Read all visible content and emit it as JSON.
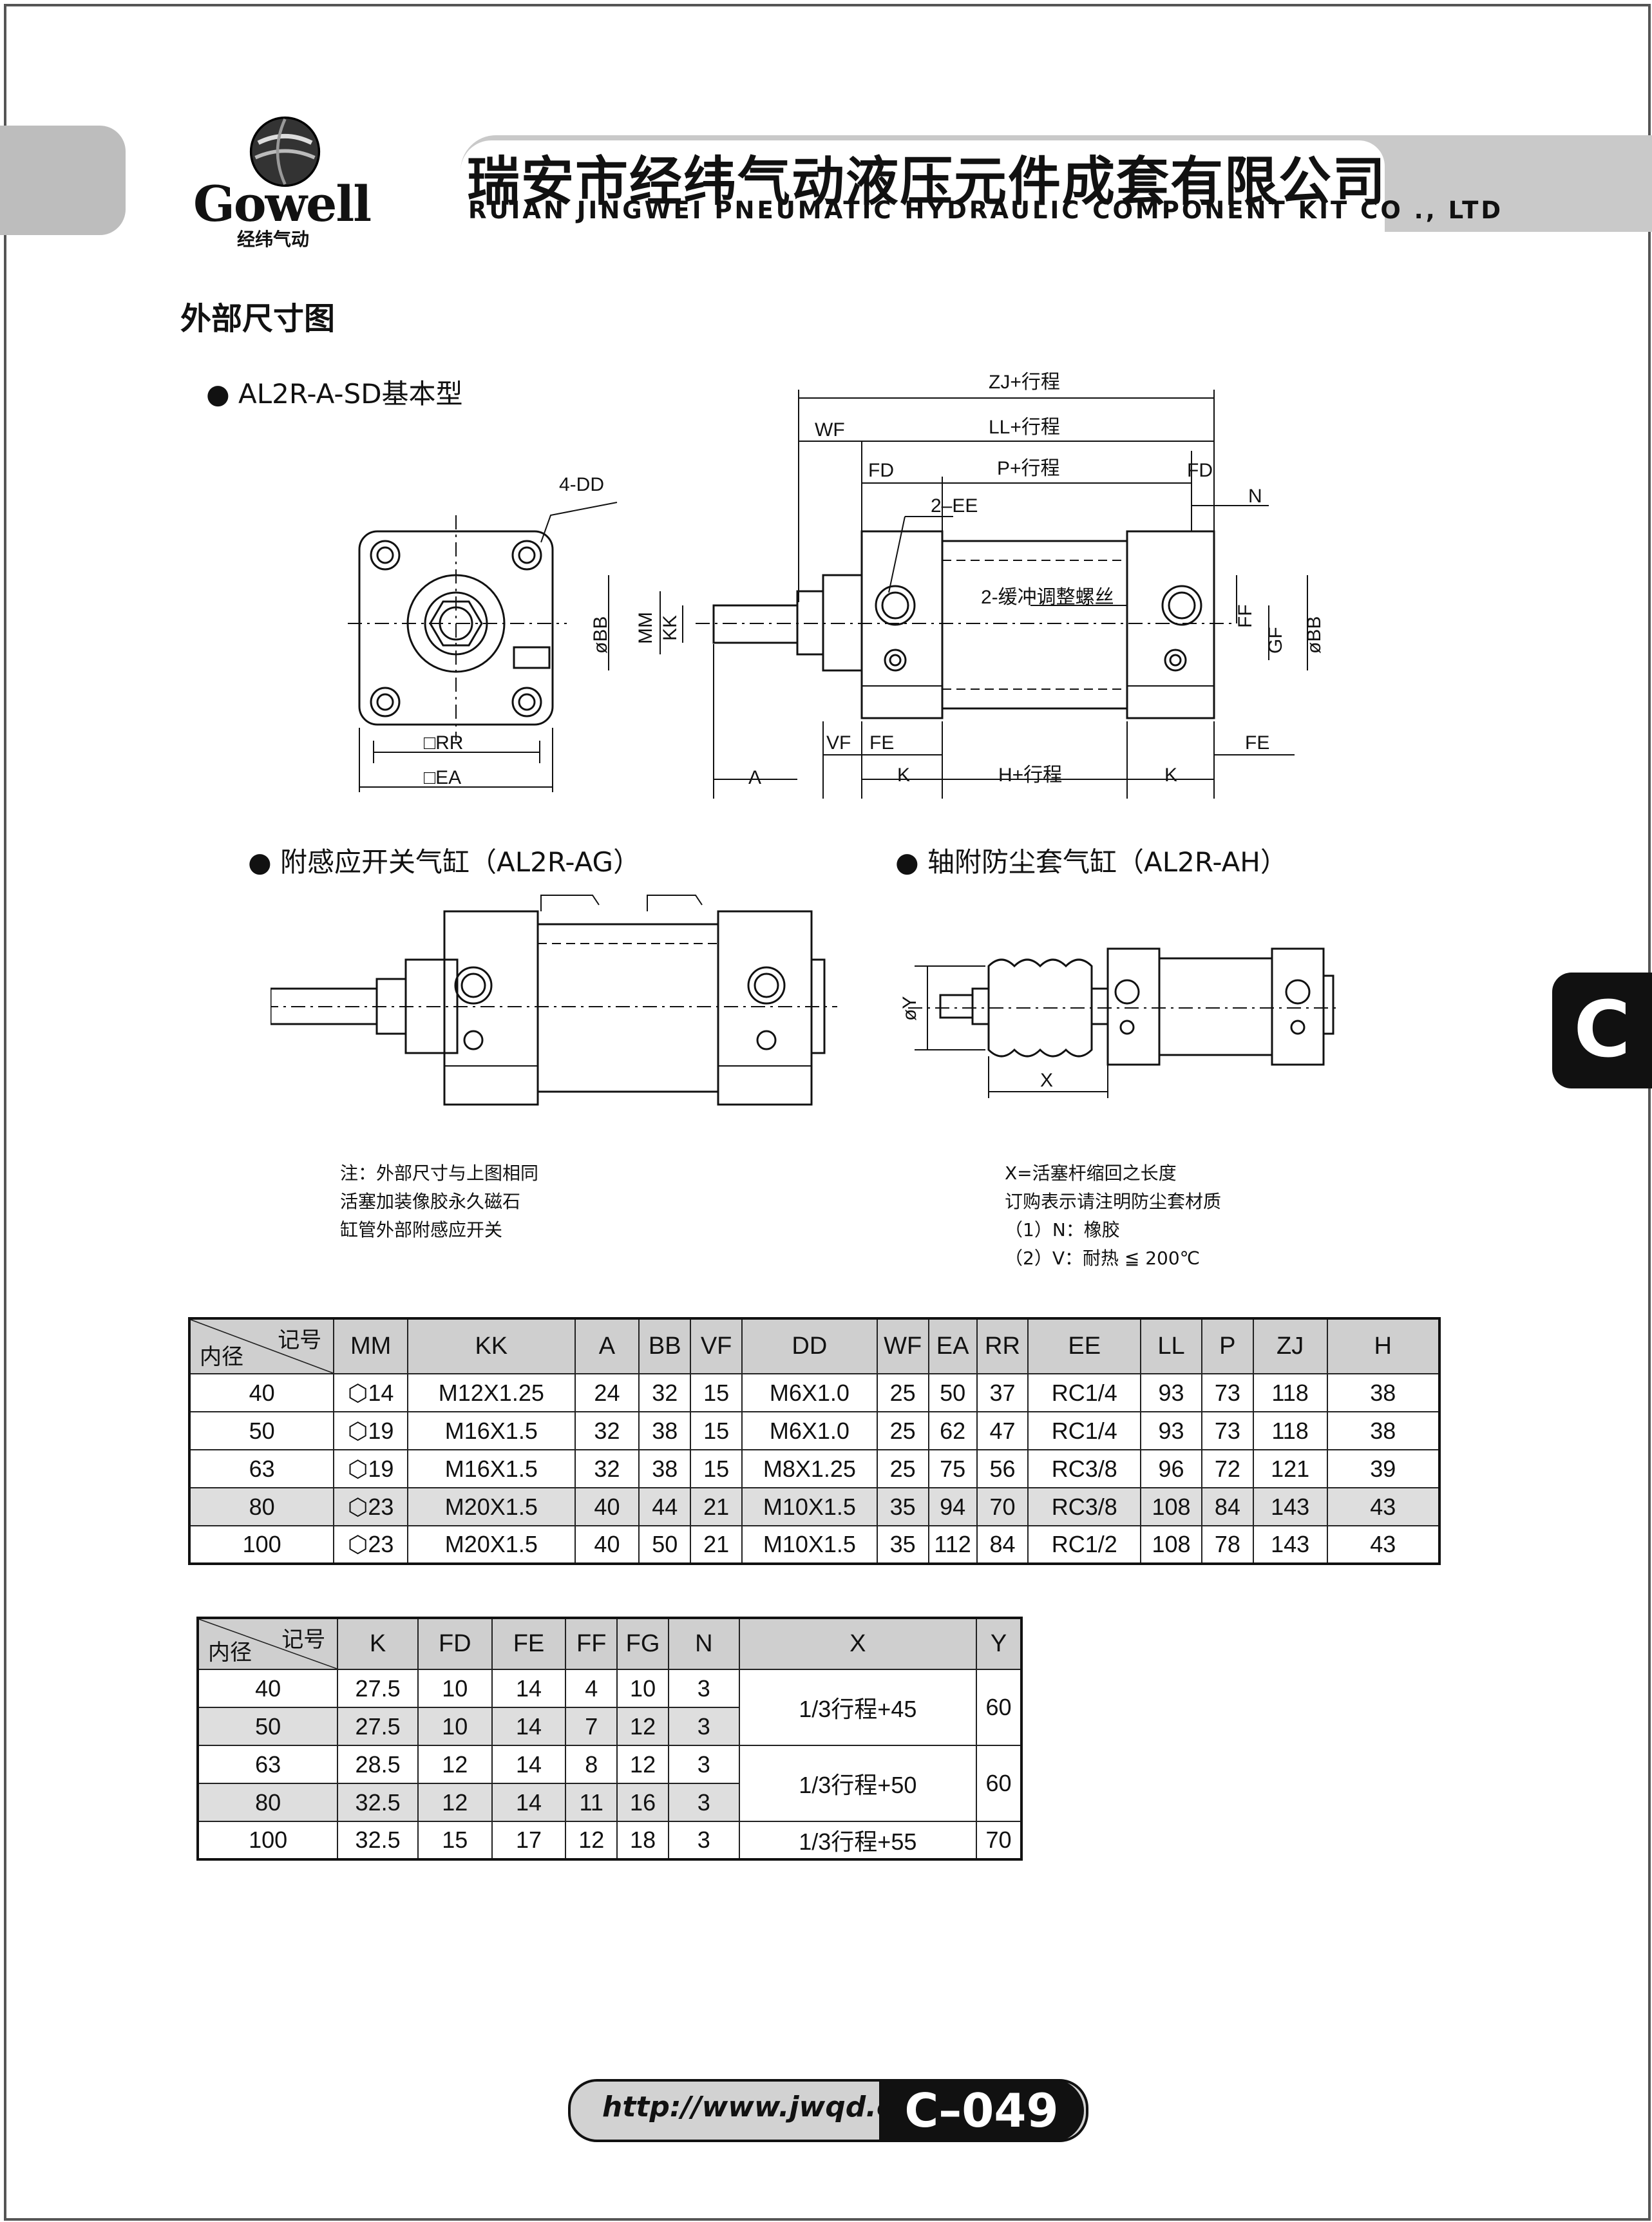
{
  "header": {
    "brand": "Gowell",
    "brand_sub": "经纬气动",
    "title_cn": "瑞安市经纬气动液压元件成套有限公司",
    "title_en": "RUIAN JINGWEI PNEUMATIC HYDRAULIC COMPONENT KIT CO ., LTD"
  },
  "section_title": "外部尺寸图",
  "drawings": {
    "basic": {
      "title": "AL2R-A-SD基本型",
      "labels": {
        "zj": "ZJ+行程",
        "wf": "WF",
        "ll": "LL+行程",
        "fd_left": "FD",
        "p": "P+行程",
        "fd_right": "FD",
        "n": "N",
        "ee": "2–EE",
        "cushion": "2-缓冲调整螺丝",
        "dd": "4-DD",
        "bb_left": "øBB",
        "mm": "MM",
        "kk": "KK",
        "ff": "FF",
        "gf": "GF",
        "bb_right": "øBB",
        "rr": "□RR",
        "ea": "□EA",
        "a": "A",
        "vf": "VF",
        "fe_left": "FE",
        "k_left": "K",
        "h": "H+行程",
        "k_right": "K",
        "fe_right": "FE"
      }
    },
    "switch": {
      "title": "附感应开关气缸（AL2R-AG）",
      "notes": [
        "注：外部尺寸与上图相同",
        "活塞加装像胶永久磁石",
        "缸管外部附感应开关"
      ]
    },
    "boot": {
      "title": "轴附防尘套气缸（AL2R-AH）",
      "labels": {
        "y": "øY",
        "x": "X"
      },
      "notes": [
        "X=活塞杆缩回之长度",
        "订购表示请注明防尘套材质",
        "（1）N：橡胶",
        "（2）V：耐热 ≦ 200℃"
      ]
    }
  },
  "table1": {
    "corner_top": "记号",
    "corner_bottom": "内径",
    "headers": [
      "MM",
      "KK",
      "A",
      "BB",
      "VF",
      "DD",
      "WF",
      "EA",
      "RR",
      "EE",
      "LL",
      "P",
      "ZJ",
      "H"
    ],
    "rows": [
      [
        "40",
        "⬡14",
        "M12X1.25",
        "24",
        "32",
        "15",
        "M6X1.0",
        "25",
        "50",
        "37",
        "RC1/4",
        "93",
        "73",
        "118",
        "38"
      ],
      [
        "50",
        "⬡19",
        "M16X1.5",
        "32",
        "38",
        "15",
        "M6X1.0",
        "25",
        "62",
        "47",
        "RC1/4",
        "93",
        "73",
        "118",
        "38"
      ],
      [
        "63",
        "⬡19",
        "M16X1.5",
        "32",
        "38",
        "15",
        "M8X1.25",
        "25",
        "75",
        "56",
        "RC3/8",
        "96",
        "72",
        "121",
        "39"
      ],
      [
        "80",
        "⬡23",
        "M20X1.5",
        "40",
        "44",
        "21",
        "M10X1.5",
        "35",
        "94",
        "70",
        "RC3/8",
        "108",
        "84",
        "143",
        "43"
      ],
      [
        "100",
        "⬡23",
        "M20X1.5",
        "40",
        "50",
        "21",
        "M10X1.5",
        "35",
        "112",
        "84",
        "RC1/2",
        "108",
        "78",
        "143",
        "43"
      ]
    ]
  },
  "table2": {
    "corner_top": "记号",
    "corner_bottom": "内径",
    "headers": [
      "K",
      "FD",
      "FE",
      "FF",
      "FG",
      "N",
      "X",
      "Y"
    ],
    "rows": [
      [
        "40",
        "27.5",
        "10",
        "14",
        "4",
        "10",
        "3"
      ],
      [
        "50",
        "27.5",
        "10",
        "14",
        "7",
        "12",
        "3"
      ],
      [
        "63",
        "28.5",
        "12",
        "14",
        "8",
        "12",
        "3"
      ],
      [
        "80",
        "32.5",
        "12",
        "14",
        "11",
        "16",
        "3"
      ],
      [
        "100",
        "32.5",
        "15",
        "17",
        "12",
        "18",
        "3"
      ]
    ],
    "x_groups": [
      "1/3行程+45",
      "1/3行程+50",
      "1/3行程+55"
    ],
    "y_groups": [
      "60",
      "60",
      "70"
    ]
  },
  "side_tab": "C",
  "footer": {
    "url": "http://www.jwqd.cn",
    "code": "C–049"
  }
}
